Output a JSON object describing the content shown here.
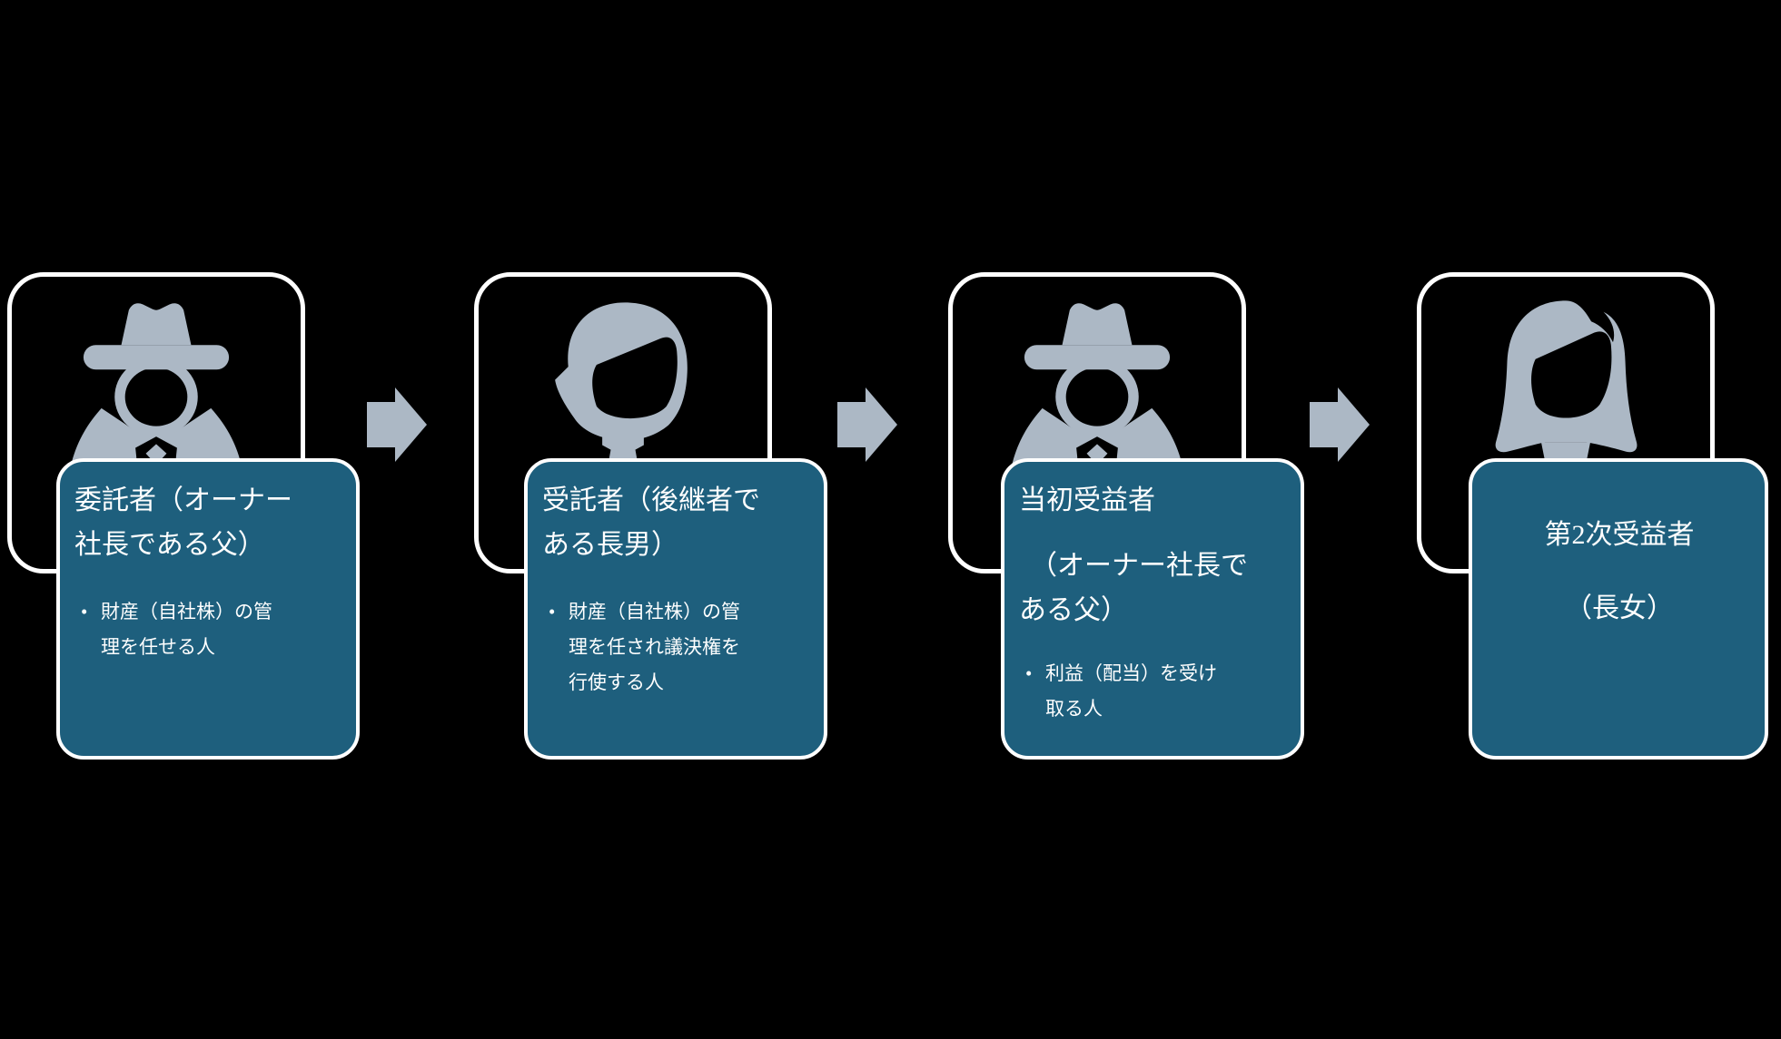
{
  "colors": {
    "background": "#000000",
    "panel_fill": "#1e5f7d",
    "panel_border": "#ffffff",
    "frame_border": "#ffffff",
    "icon_fill": "#acb8c5",
    "arrow_fill": "#acb8c5",
    "text": "#ffffff"
  },
  "bullet_marker": "•",
  "cards": [
    {
      "icon": "spy-person-icon",
      "title": "委託者（オーナー社長である父）",
      "title_lines": [
        "委託者（オーナー",
        "社長である父）"
      ],
      "bullet": "財産（自社株）の管理を任せる人",
      "bullet_lines": [
        "財産（自社株）の管",
        "理を任せる人"
      ]
    },
    {
      "icon": "young-man-icon",
      "title": "受託者（後継者である長男）",
      "title_lines": [
        "受託者（後継者で",
        "ある長男）"
      ],
      "bullet": "財産（自社株）の管理を任され議決権を行使する人",
      "bullet_lines": [
        "財産（自社株）の管",
        "理を任され議決権を",
        "行使する人"
      ]
    },
    {
      "icon": "spy-person-icon",
      "title": "当初受益者",
      "title_lines": [
        "当初受益者"
      ],
      "subtitle": "（オーナー社長である父）",
      "subtitle_lines": [
        "（オーナー社長で",
        "ある父）"
      ],
      "bullet": "利益（配当）を受け取る人",
      "bullet_lines": [
        "利益（配当）を受け",
        "取る人"
      ]
    },
    {
      "icon": "woman-icon",
      "title": "第2次受益者",
      "title_lines": [
        "第2次受益者"
      ],
      "subtitle": "（長女）",
      "subtitle_lines": [
        "（長女）"
      ]
    }
  ]
}
